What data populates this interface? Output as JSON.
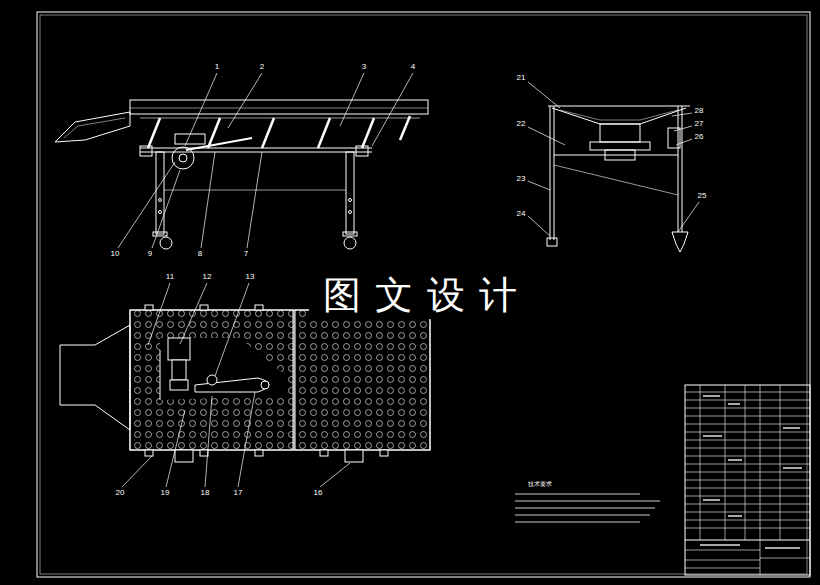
{
  "diagram": {
    "labels": [
      "1",
      "2",
      "3",
      "4",
      "10",
      "9",
      "8",
      "7",
      "21",
      "22",
      "23",
      "24",
      "28",
      "27",
      "26",
      "25",
      "11",
      "12",
      "13",
      "20",
      "19",
      "18",
      "17",
      "16",
      "图文设计",
      "技术要求"
    ]
  }
}
